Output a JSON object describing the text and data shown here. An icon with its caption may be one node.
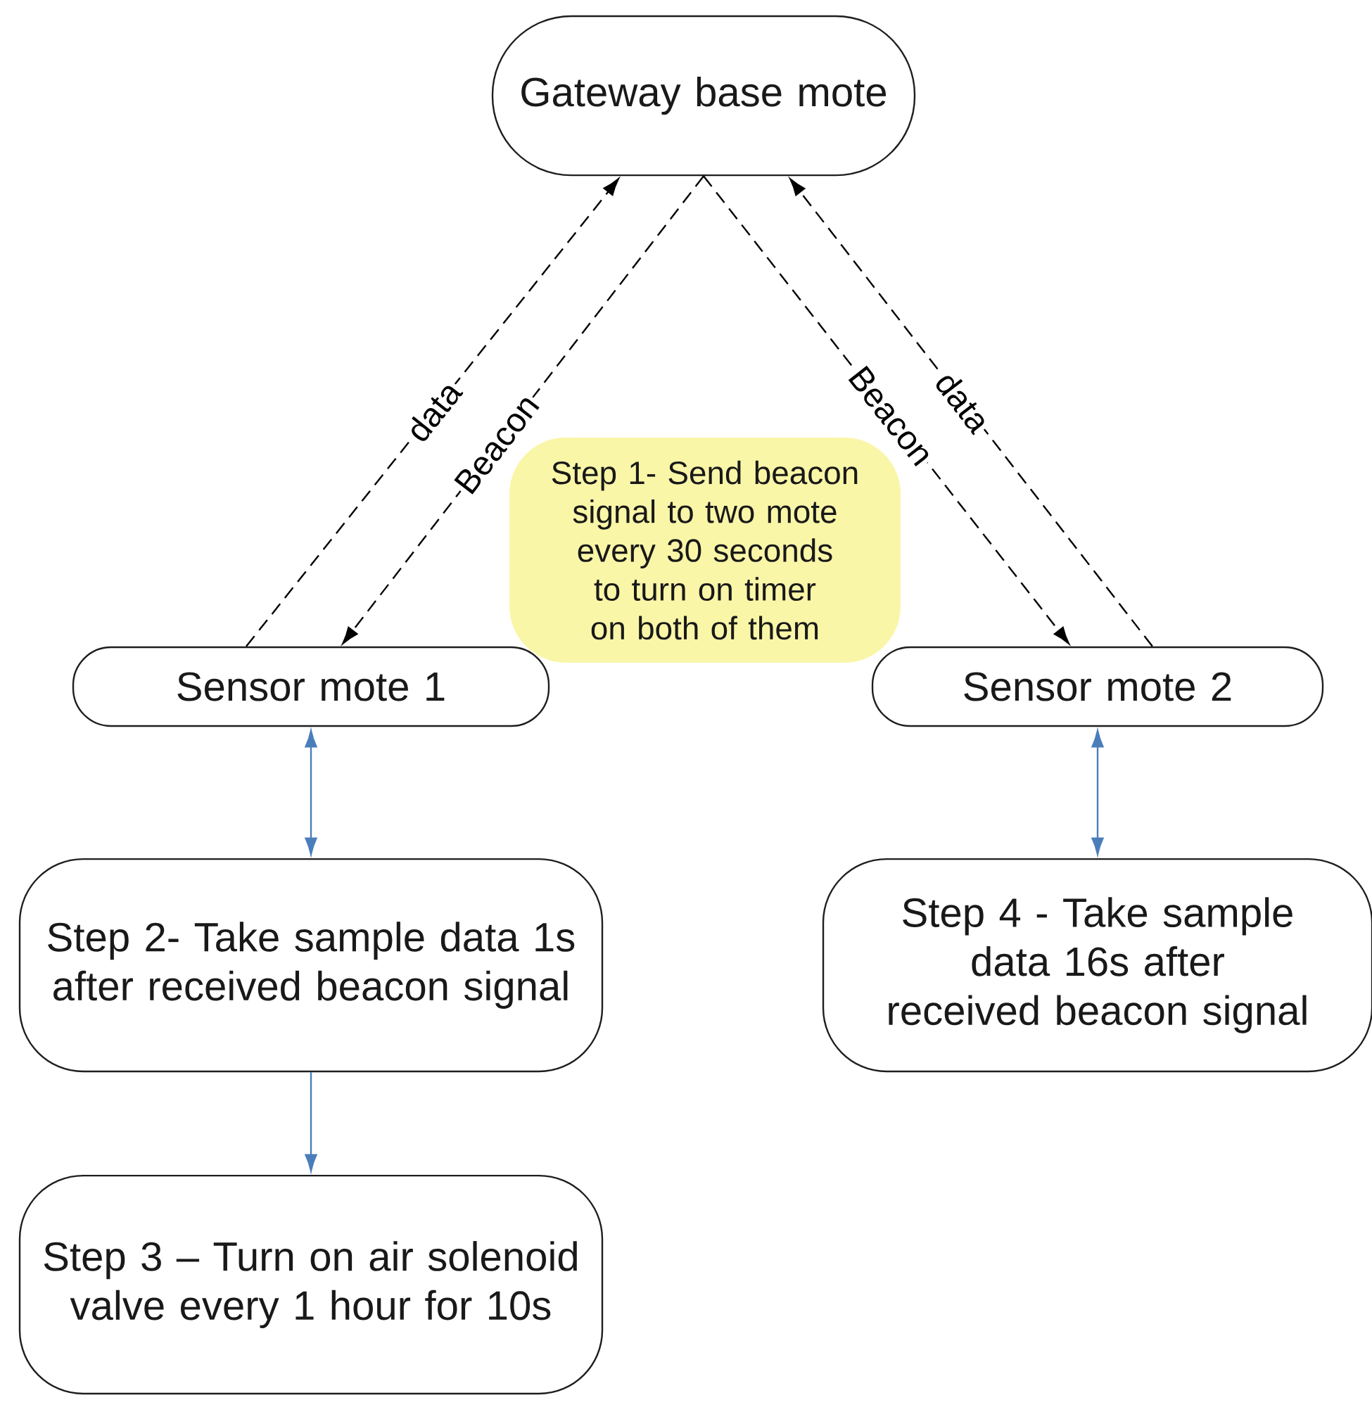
{
  "diagram": {
    "nodes": [
      {
        "text": [
          "Gateway base mote"
        ]
      },
      {
        "text": [
          "Step 1- Send beacon signal to two mote every 30 seconds to turn on timer on both of them"
        ]
      },
      {
        "text": [
          "Sensor mote 1"
        ]
      },
      {
        "text": [
          "Sensor mote 2"
        ]
      },
      {
        "text": [
          "Step 2- Take sample data 1s after received beacon signal"
        ]
      },
      {
        "text": [
          "Step 4 - Take sample data 16s after received beacon signal"
        ]
      },
      {
        "text": [
          "Step 3 – Turn on air solenoid valve every 1 hour for 10s"
        ]
      }
    ],
    "edges": [
      {
        "from": 2,
        "to": 0,
        "arrow": "to",
        "label": "data",
        "style": "dashed"
      },
      {
        "from": 0,
        "to": 2,
        "arrow": "to",
        "label": "Beacon",
        "style": "dashed"
      },
      {
        "from": 0,
        "to": 3,
        "arrow": "to",
        "label": "Beacon",
        "style": "dashed"
      },
      {
        "from": 3,
        "to": 0,
        "arrow": "to",
        "label": "data",
        "style": "dashed"
      },
      {
        "from": 2,
        "to": 4,
        "arrow": "both",
        "color": "#4a7ebb"
      },
      {
        "from": 3,
        "to": 5,
        "arrow": "both",
        "color": "#4a7ebb"
      },
      {
        "from": 4,
        "to": 6,
        "arrow": "to",
        "color": "#4a7ebb"
      }
    ]
  }
}
